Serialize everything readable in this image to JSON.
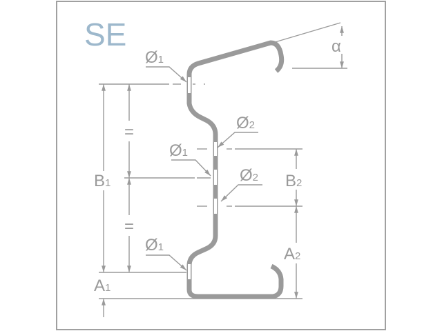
{
  "title": "SE",
  "labels": {
    "hole1_top": {
      "main": "Ø",
      "sub": "1"
    },
    "hole2_upper": {
      "main": "Ø",
      "sub": "2"
    },
    "hole1_mid": {
      "main": "Ø",
      "sub": "1"
    },
    "hole2_lower": {
      "main": "Ø",
      "sub": "2"
    },
    "hole1_bottom": {
      "main": "Ø",
      "sub": "1"
    },
    "angle": "α",
    "b1": {
      "main": "B",
      "sub": "1"
    },
    "b2": {
      "main": "B",
      "sub": "2"
    },
    "a1": {
      "main": "A",
      "sub": "1"
    },
    "a2": {
      "main": "A",
      "sub": "2"
    },
    "equal_upper": "=",
    "equal_lower": "="
  },
  "colors": {
    "title": "#9db8cc",
    "lines": "#9a9a9a",
    "frame": "#a0a0a0"
  }
}
